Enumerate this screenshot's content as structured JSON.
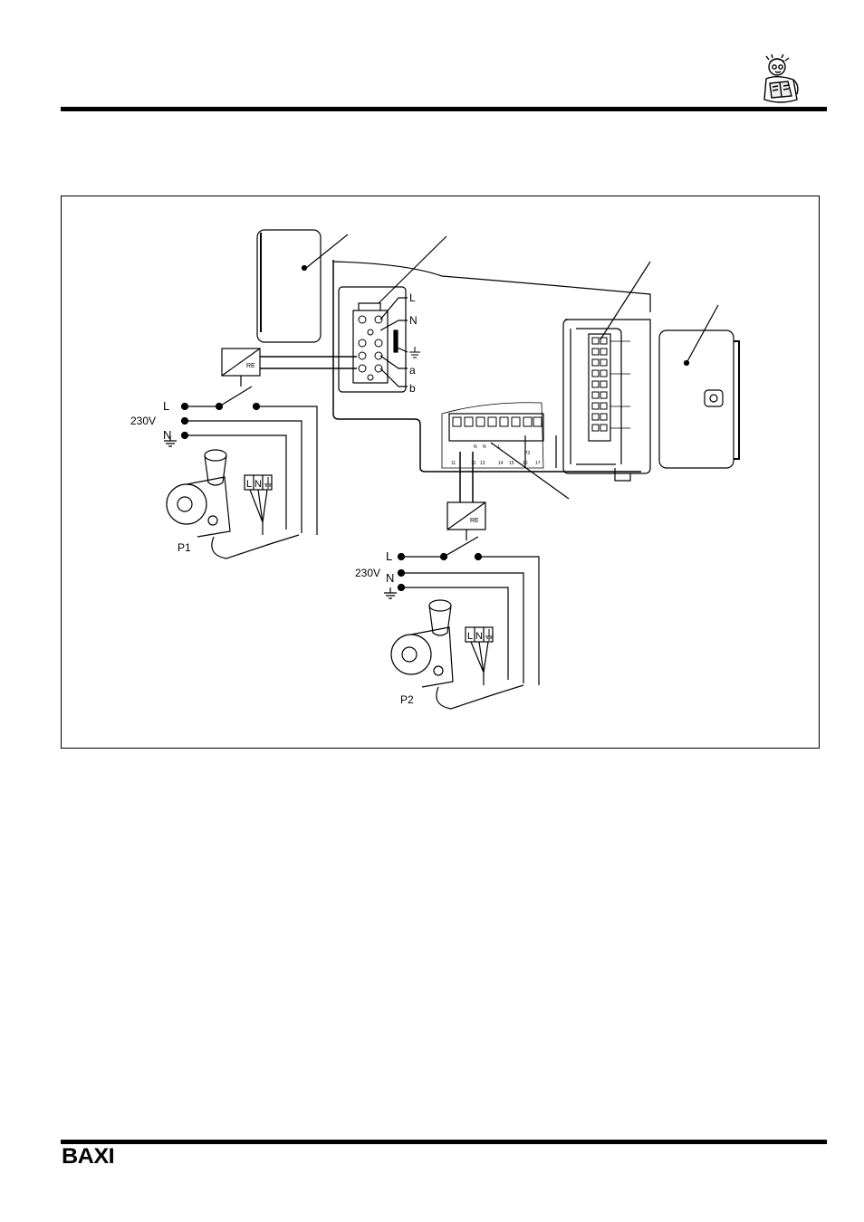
{
  "brand": {
    "logo_text": "BAXI"
  },
  "mascot": {
    "icon": "reading-technician-icon"
  },
  "diagram": {
    "left_block": {
      "labels": [
        "L",
        "N",
        "a",
        "b"
      ],
      "ground_icon": "ground-symbol-icon",
      "relay": "RE"
    },
    "circuit1": {
      "line": "L",
      "voltage": "230V",
      "neutral": "N",
      "ground_icon": "ground-symbol-icon",
      "terminal": [
        "L",
        "N"
      ],
      "pump": "P1"
    },
    "circuit2": {
      "line": "L",
      "voltage": "230V",
      "neutral": "N",
      "ground_icon": "ground-symbol-icon",
      "terminal": [
        "L",
        "N"
      ],
      "pump": "P2",
      "relay": "RE"
    },
    "terminal_strip": {
      "numbers": [
        "11",
        "12",
        "13",
        "14",
        "15",
        "16",
        "17"
      ],
      "marks": [
        "N",
        "N",
        "L",
        "P3"
      ]
    }
  }
}
